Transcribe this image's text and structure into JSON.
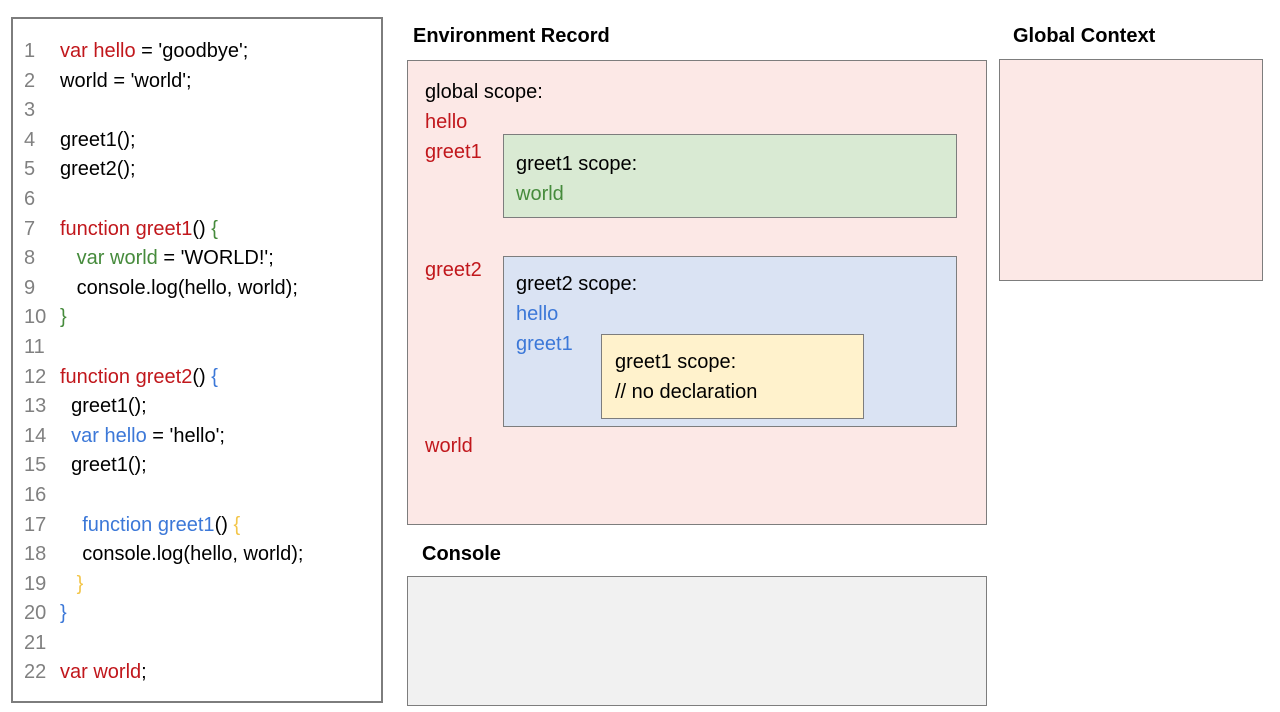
{
  "colors": {
    "ink": "#000000",
    "red": "#c1171c",
    "green": "#468b3c",
    "blue": "#3c78d8",
    "gold": "#f3c64b",
    "gray-num": "#808080",
    "border": "#7d7d7d",
    "pink": "#fce8e6",
    "greenfill": "#d9ead3",
    "bluefill": "#dae3f3",
    "yellowfill": "#fff2cc",
    "consolefill": "#f1f1f1"
  },
  "code": {
    "lines": [
      {
        "n": "1",
        "tokens": [
          {
            "t": "var hello",
            "c": "red"
          },
          {
            "t": " = 'goodbye';",
            "c": "k"
          }
        ]
      },
      {
        "n": "2",
        "tokens": [
          {
            "t": "world = 'world';",
            "c": "k"
          }
        ]
      },
      {
        "n": "3",
        "tokens": []
      },
      {
        "n": "4",
        "tokens": [
          {
            "t": "greet1();",
            "c": "k"
          }
        ]
      },
      {
        "n": "5",
        "tokens": [
          {
            "t": "greet2();",
            "c": "k"
          }
        ]
      },
      {
        "n": "6",
        "tokens": []
      },
      {
        "n": "7",
        "tokens": [
          {
            "t": "function greet1",
            "c": "red"
          },
          {
            "t": "() ",
            "c": "k"
          },
          {
            "t": "{",
            "c": "green"
          }
        ]
      },
      {
        "n": "8",
        "tokens": [
          {
            "t": "   ",
            "c": "k"
          },
          {
            "t": "var world",
            "c": "green"
          },
          {
            "t": " = 'WORLD!';",
            "c": "k"
          }
        ]
      },
      {
        "n": "9",
        "tokens": [
          {
            "t": "   console.log(hello, world);",
            "c": "k"
          }
        ]
      },
      {
        "n": "10",
        "tokens": [
          {
            "t": "}",
            "c": "green"
          }
        ]
      },
      {
        "n": "11",
        "tokens": []
      },
      {
        "n": "12",
        "tokens": [
          {
            "t": "function greet2",
            "c": "red"
          },
          {
            "t": "() ",
            "c": "k"
          },
          {
            "t": "{",
            "c": "blue"
          }
        ]
      },
      {
        "n": "13",
        "tokens": [
          {
            "t": "  greet1();",
            "c": "k"
          }
        ]
      },
      {
        "n": "14",
        "tokens": [
          {
            "t": "  ",
            "c": "k"
          },
          {
            "t": "var hello",
            "c": "blue"
          },
          {
            "t": " = 'hello';",
            "c": "k"
          }
        ]
      },
      {
        "n": "15",
        "tokens": [
          {
            "t": "  greet1();",
            "c": "k"
          }
        ]
      },
      {
        "n": "16",
        "tokens": []
      },
      {
        "n": "17",
        "tokens": [
          {
            "t": "    ",
            "c": "k"
          },
          {
            "t": "function greet1",
            "c": "blue"
          },
          {
            "t": "() ",
            "c": "k"
          },
          {
            "t": "{",
            "c": "gold"
          }
        ]
      },
      {
        "n": "18",
        "tokens": [
          {
            "t": "    console.log(hello, world);",
            "c": "k"
          }
        ]
      },
      {
        "n": "19",
        "tokens": [
          {
            "t": "   ",
            "c": "k"
          },
          {
            "t": "}",
            "c": "gold"
          }
        ]
      },
      {
        "n": "20",
        "tokens": [
          {
            "t": "}",
            "c": "blue"
          }
        ]
      },
      {
        "n": "21",
        "tokens": []
      },
      {
        "n": "22",
        "tokens": [
          {
            "t": "var world",
            "c": "red"
          },
          {
            "t": ";",
            "c": "k"
          }
        ]
      }
    ]
  },
  "environment_record": {
    "title": "Environment Record",
    "global_scope": {
      "label": "global scope:",
      "var_hello": "hello",
      "var_greet1": "greet1",
      "var_greet2": "greet2",
      "var_world": "world"
    },
    "greet1_scope": {
      "label": "greet1 scope:",
      "var_world": "world"
    },
    "greet2_scope": {
      "label": "greet2 scope:",
      "var_hello": "hello",
      "var_greet1": "greet1",
      "nested_greet1_scope": {
        "label": "greet1 scope:",
        "comment": "// no declaration"
      }
    }
  },
  "global_context": {
    "title": "Global Context"
  },
  "console": {
    "title": "Console"
  }
}
